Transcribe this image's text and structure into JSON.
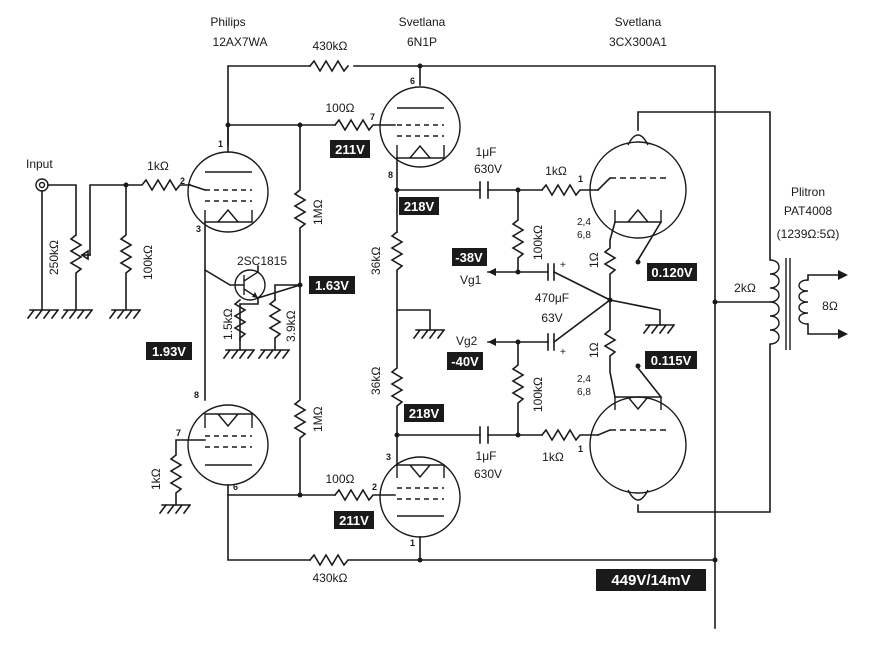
{
  "tubes": {
    "left": {
      "brand": "Philips",
      "model": "12AX7WA"
    },
    "middle": {
      "brand": "Svetlana",
      "model": "6N1P"
    },
    "right": {
      "brand": "Svetlana",
      "model": "3CX300A1"
    }
  },
  "transformer": {
    "brand": "Plitron",
    "model": "PAT4008",
    "ratio": "(1239Ω:5Ω)",
    "primary": "2kΩ",
    "secondary": "8Ω"
  },
  "labels": {
    "input": "Input",
    "pot": "250kΩ",
    "r_in": "1kΩ",
    "r_grid": "100kΩ",
    "r_fb_top": "430kΩ",
    "r_fb_bot": "430kΩ",
    "r_grid_top": "100Ω",
    "r_grid_bot": "100Ω",
    "r_load_top": "1MΩ",
    "r_load_bot": "1MΩ",
    "transistor": "2SC1815",
    "r_e1": "1.5kΩ",
    "r_e2": "3.9kΩ",
    "r_left_grid": "1kΩ",
    "r_cath_top": "36kΩ",
    "r_cath_bot": "36kΩ",
    "cap_top_val": "1μF",
    "cap_top_volt": "630V",
    "cap_bot_val": "1μF",
    "cap_bot_volt": "630V",
    "r_g_top": "1kΩ",
    "r_g_bot": "1kΩ",
    "r_bias_top": "100kΩ",
    "r_bias_bot": "100kΩ",
    "vg1": "Vg1",
    "vg2": "Vg2",
    "cap_bias_val": "470μF",
    "cap_bias_volt": "63V",
    "r_sense_top": "1Ω",
    "r_sense_bot": "1Ω",
    "pins_fil_top": "2,4",
    "pins_fil_top2": "6,8",
    "pins_fil_bot": "2,4",
    "pins_fil_bot2": "6,8",
    "plus": "+"
  },
  "pins": {
    "l1": "1",
    "l2": "2",
    "l3": "3",
    "l6": "6",
    "l7": "7",
    "l8": "8",
    "m6": "6",
    "m7": "7",
    "m8": "8",
    "m3": "3",
    "m2": "2",
    "m1": "1",
    "r1": "1",
    "r1b": "1"
  },
  "voltages": {
    "v211_top": "211V",
    "v211_bot": "211V",
    "v218_top": "218V",
    "v218_bot": "218V",
    "v163": "1.63V",
    "v193": "1.93V",
    "vneg38": "-38V",
    "vneg40": "-40V",
    "v0120": "0.120V",
    "v0115": "0.115V",
    "vsupply": "449V/14mV"
  }
}
